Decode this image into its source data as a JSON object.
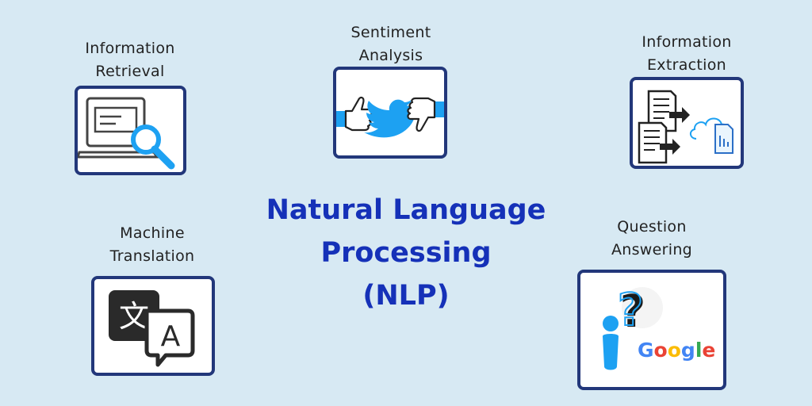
{
  "title": {
    "line1": "Natural Language",
    "line2": "Processing",
    "line3": "(NLP)"
  },
  "nodes": {
    "information_retrieval": {
      "line1": "Information",
      "line2": "Retrieval",
      "icon": "laptop-search-icon"
    },
    "sentiment_analysis": {
      "line1": "Sentiment",
      "line2": "Analysis",
      "icon": "twitter-thumbs-icon"
    },
    "information_extraction": {
      "line1": "Information",
      "line2": "Extraction",
      "icon": "documents-cloud-icon"
    },
    "machine_translation": {
      "line1": "Machine",
      "line2": "Translation",
      "icon": "translate-icon",
      "glyph_source": "文",
      "glyph_target": "A"
    },
    "question_answering": {
      "line1": "Question",
      "line2": "Answering",
      "icon": "person-question-icon",
      "brand": "Google",
      "brand_colors": [
        "#4285F4",
        "#EA4335",
        "#FBBC05",
        "#4285F4",
        "#34A853",
        "#EA4335"
      ]
    }
  },
  "colors": {
    "background": "#d7e9f3",
    "box_border": "#22377a",
    "title": "#1531b8",
    "accent": "#1da1f2"
  }
}
